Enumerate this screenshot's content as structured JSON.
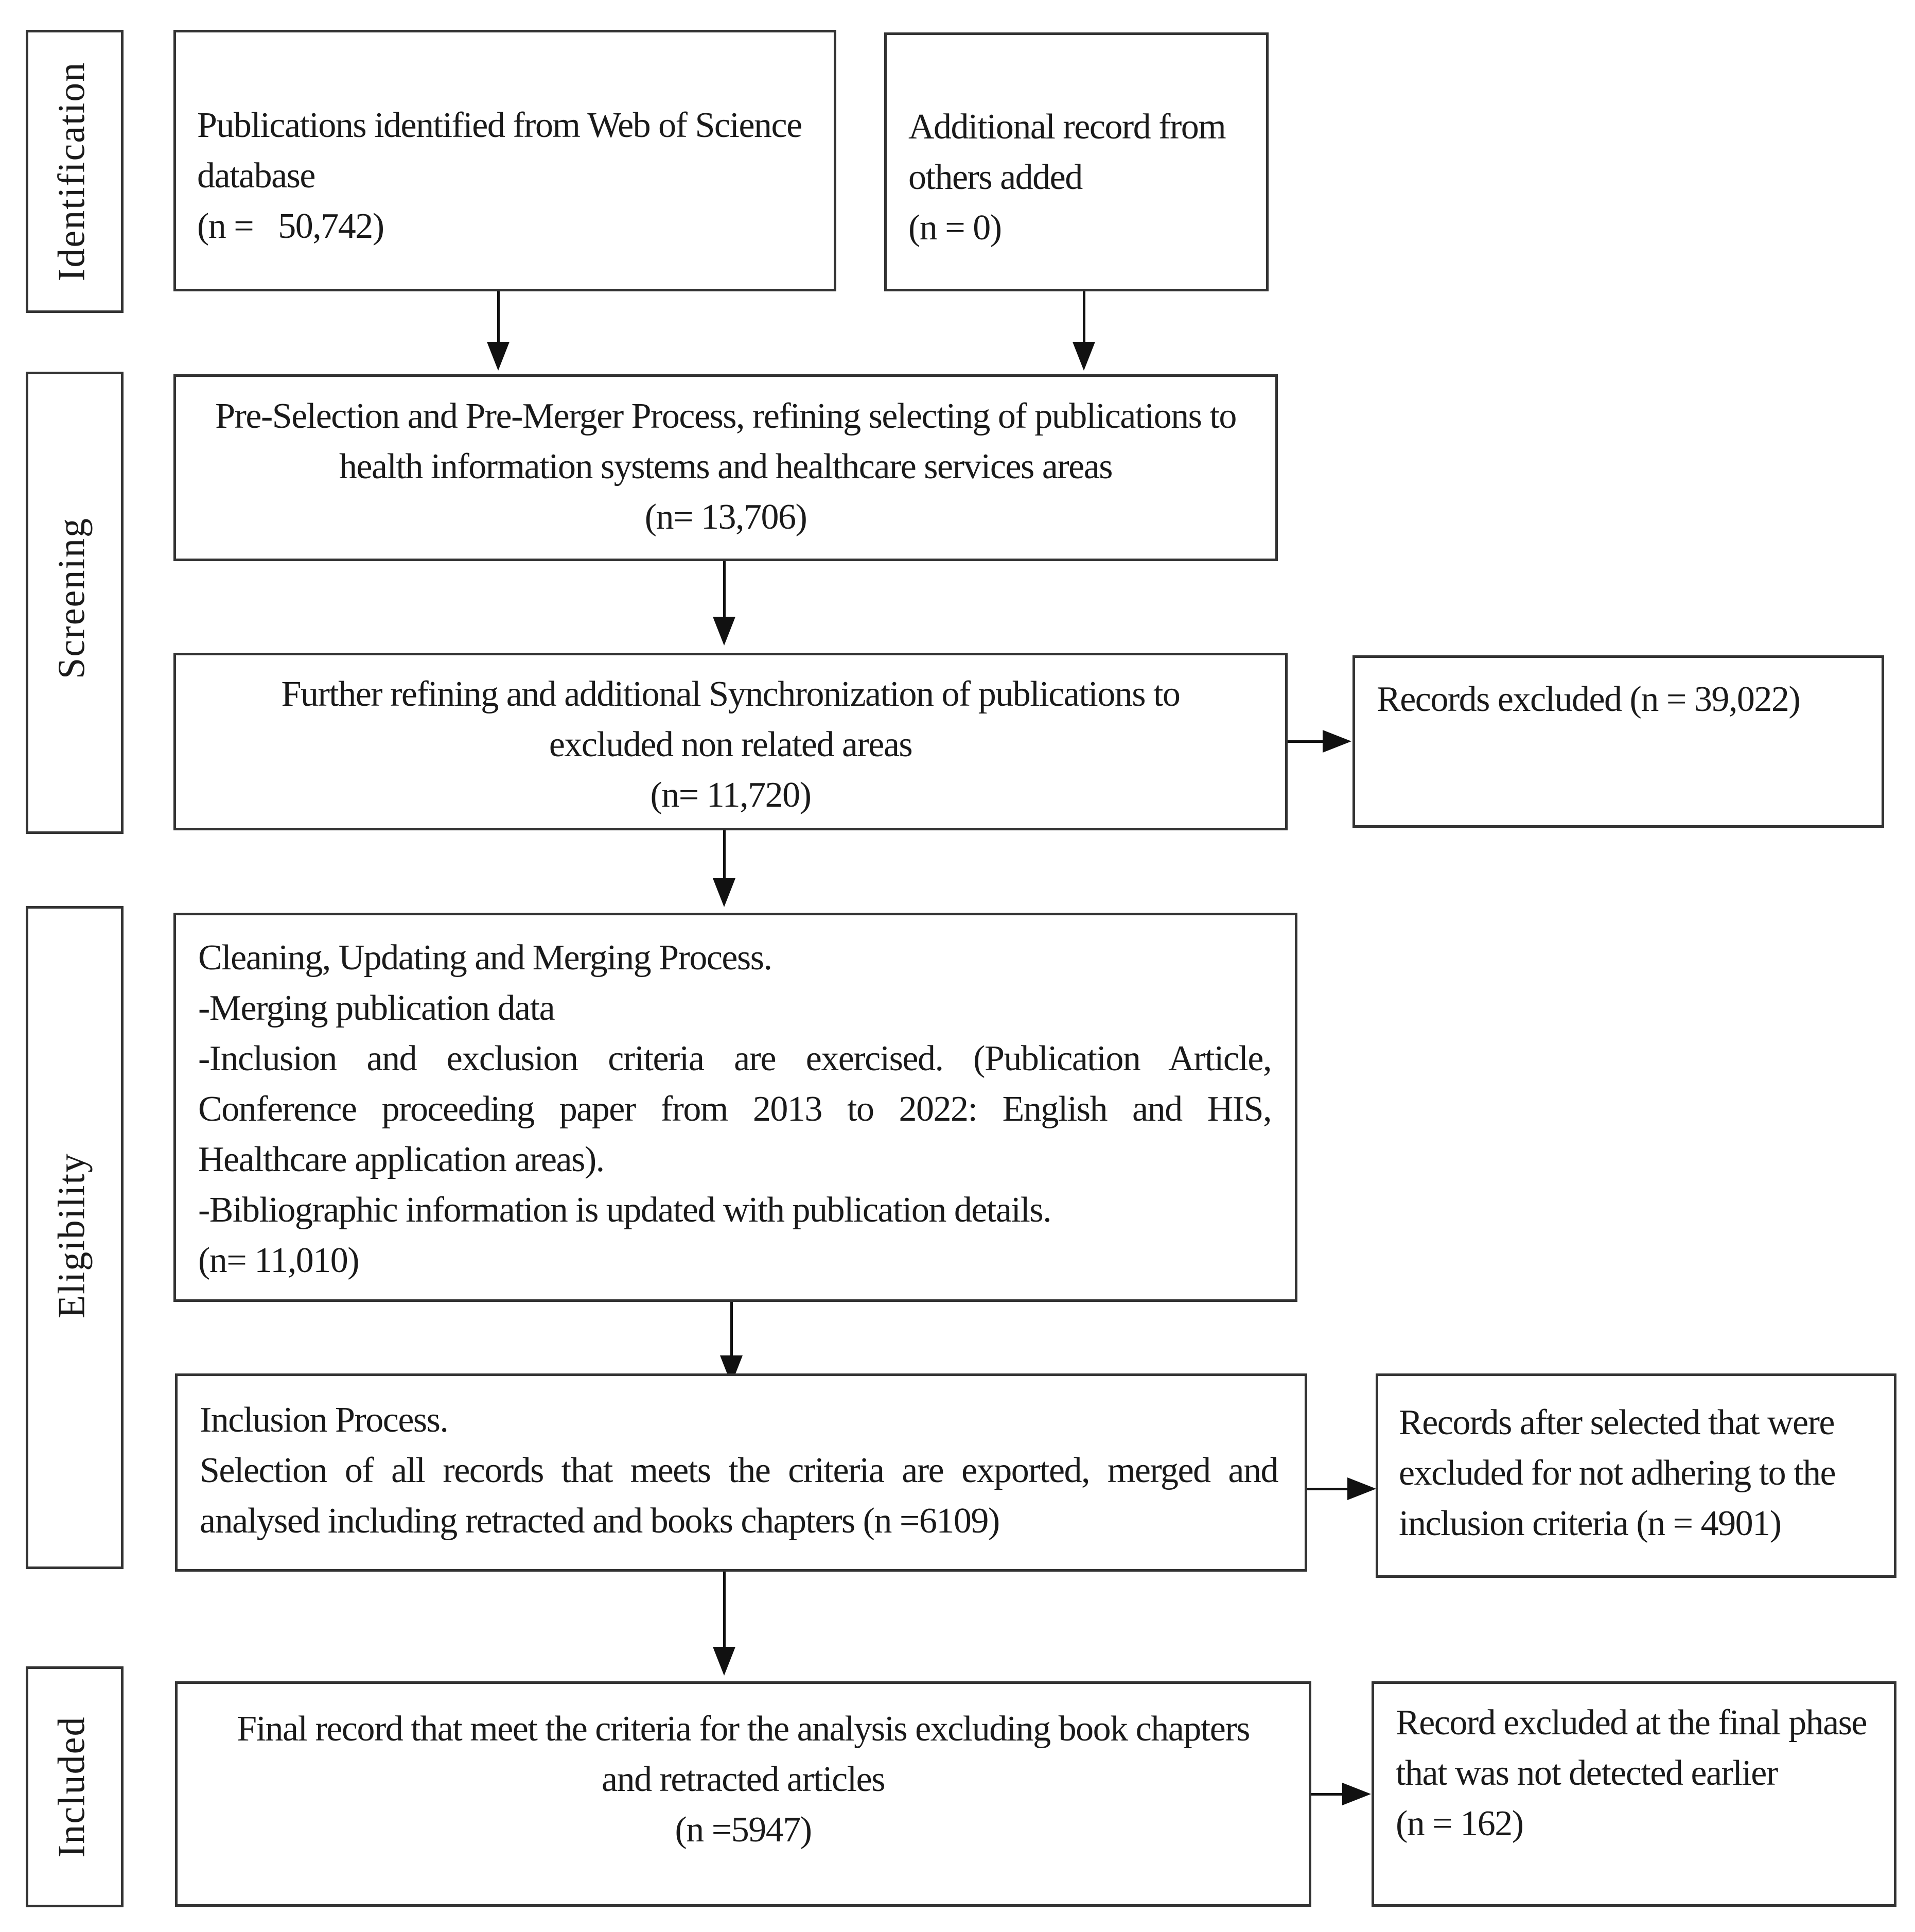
{
  "stages": {
    "identification": "Identification",
    "screening": "Screening",
    "eligibility": "Eligibility",
    "included": "Included"
  },
  "boxes": {
    "wos": {
      "line1": "Publications identified from Web of Science",
      "line2": "database",
      "count": "(n =   50,742)"
    },
    "additional": {
      "line1": "Additional record from",
      "line2": "others added",
      "count": "(n = 0)"
    },
    "preselection": {
      "line1": "Pre-Selection and Pre-Merger Process, refining selecting of publications to",
      "line2": "health information systems and healthcare services areas",
      "count": "(n= 13,706)"
    },
    "further": {
      "line1": "Further refining and additional Synchronization of publications to",
      "line2": "excluded non related areas",
      "count": "(n= 11,720)"
    },
    "excluded1": {
      "text": "Records excluded (n = 39,022)"
    },
    "cleaning": {
      "title": "Cleaning, Updating and Merging Process.",
      "item1": "-Merging publication data",
      "item2": "-Inclusion and exclusion criteria are exercised. (Publication Article, Conference proceeding paper from 2013 to 2022: English and HIS, Healthcare application areas).",
      "item3": "-Bibliographic information is updated with publication details.",
      "count": "(n= 11,010)"
    },
    "inclusion": {
      "title": "Inclusion Process.",
      "body": "Selection of all records that meets the criteria are exported, merged and analysed including retracted and books chapters (n =6109)"
    },
    "excluded2": {
      "text": "Records after selected that were excluded for not adhering to the inclusion criteria (n = 4901)"
    },
    "final": {
      "line1": "Final record that meet the criteria for the analysis excluding book chapters",
      "line2": "and retracted articles",
      "count": "(n =5947)"
    },
    "excluded3": {
      "line1": "Record excluded at the  final phase",
      "line2": "that was not detected earlier",
      "count": "(n = 162)"
    }
  }
}
